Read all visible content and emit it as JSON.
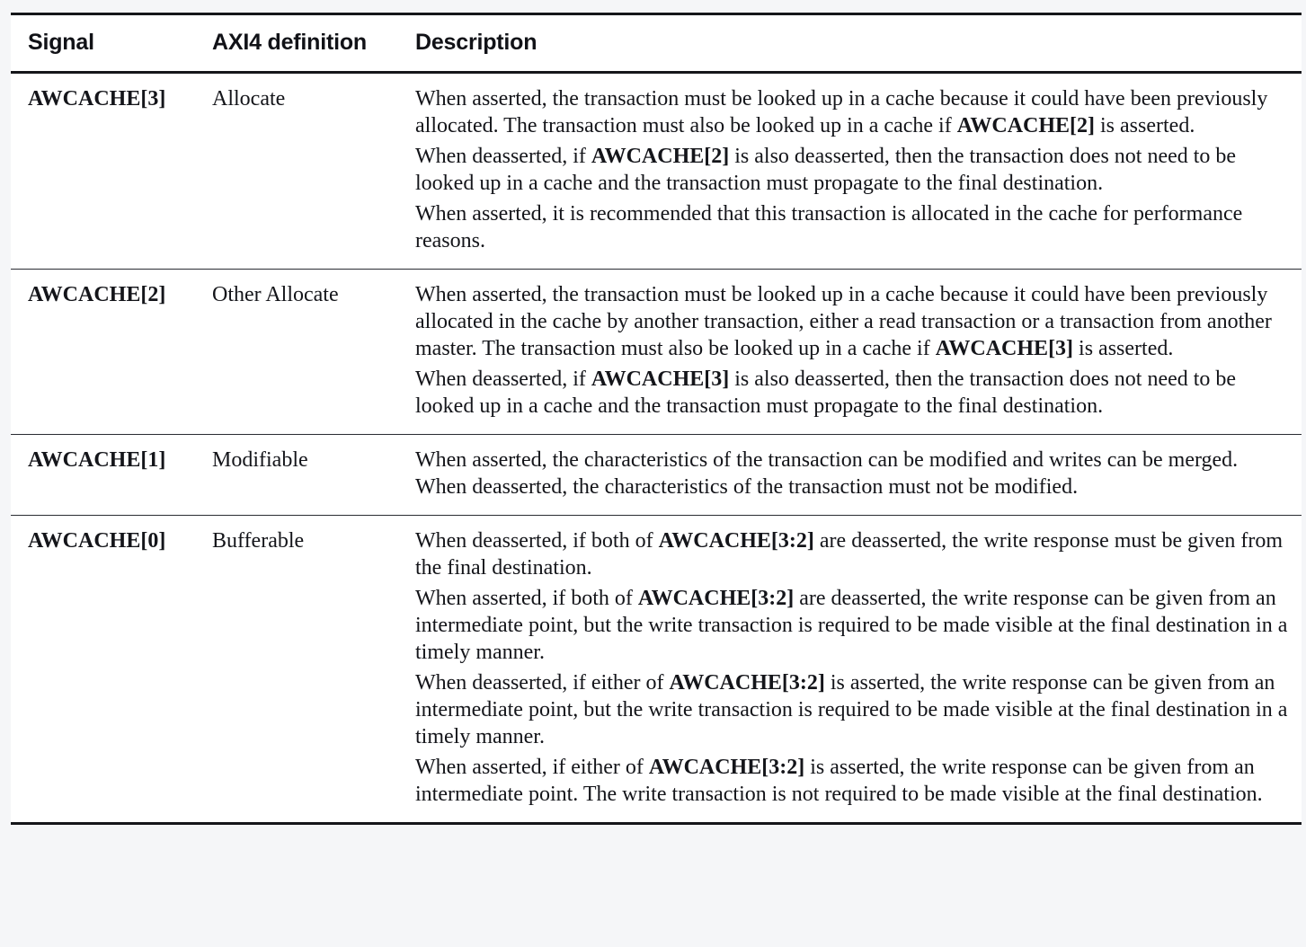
{
  "table": {
    "columns": [
      {
        "key": "signal",
        "label": "Signal"
      },
      {
        "key": "definition",
        "label": "AXI4 definition"
      },
      {
        "key": "description",
        "label": "Description"
      }
    ],
    "rows": [
      {
        "signal": "AWCACHE[3]",
        "definition": "Allocate",
        "paragraphs": [
          "When asserted, the transaction must be looked up in a cache because it could have been previously allocated. The transaction must also be looked up in a cache if <b>AWCACHE[2]</b> is asserted.",
          "When deasserted, if <b>AWCACHE[2]</b> is also deasserted, then the transaction does not need to be looked up in a cache and the transaction must propagate to the final destination.",
          "When asserted, it is recommended that this transaction is allocated in the cache for performance reasons."
        ]
      },
      {
        "signal": "AWCACHE[2]",
        "definition": "Other Allocate",
        "paragraphs": [
          "When asserted, the transaction must be looked up in a cache because it could have been previously allocated in the cache by another transaction, either a read transaction or a transaction from another master. The transaction must also be looked up in a cache if <b>AWCACHE[3]</b> is asserted.",
          "When deasserted, if <b>AWCACHE[3]</b> is also deasserted, then the transaction does not need to be looked up in a cache and the transaction must propagate to the final destination."
        ]
      },
      {
        "signal": "AWCACHE[1]",
        "definition": "Modifiable",
        "paragraphs": [
          "When asserted, the characteristics of the transaction can be modified and writes can be merged. When deasserted, the characteristics of the transaction must not be modified."
        ]
      },
      {
        "signal": "AWCACHE[0]",
        "definition": "Bufferable",
        "paragraphs": [
          "When deasserted, if both of <b>AWCACHE[3:2]</b> are deasserted, the write response must be given from the final destination.",
          "When asserted, if both of <b>AWCACHE[3:2]</b> are deasserted, the write response can be given from an intermediate point, but the write transaction is required to be made visible at the final destination in a timely manner.",
          "When deasserted, if either of <b>AWCACHE[3:2]</b> is asserted, the write response can be given from an intermediate point, but the write transaction is required to be made visible at the final destination in a timely manner.",
          "When asserted, if either of <b>AWCACHE[3:2]</b> is asserted, the write response can be given from an intermediate point. The write transaction is not required to be made visible at the final destination."
        ]
      }
    ]
  },
  "colors": {
    "page_background": "#f5f6f8",
    "table_background": "#ffffff",
    "rule": "#15161a",
    "row_rule": "#2a2c33",
    "text": "#14151a"
  }
}
